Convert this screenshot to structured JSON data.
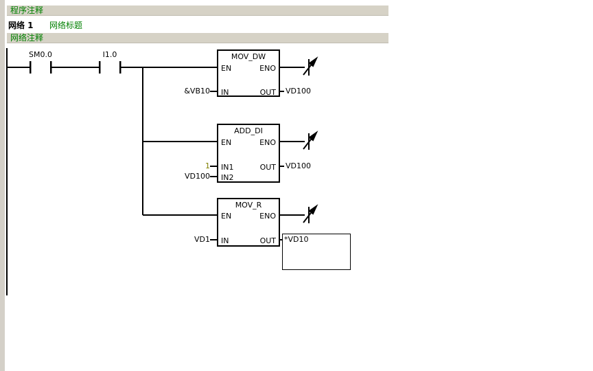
{
  "colors": {
    "comment_green": "#008000",
    "constant_olive": "#808000",
    "bar_background": "#d6d2c6"
  },
  "header": {
    "program_comment": "程序注释",
    "network_label": "网络 1",
    "network_title": "网络标题",
    "network_comment": "网络注释"
  },
  "ladder": {
    "contacts": [
      {
        "label": "SM0.0"
      },
      {
        "label": "I1.0"
      }
    ],
    "blocks": [
      {
        "title": "MOV_DW",
        "en": "EN",
        "eno": "ENO",
        "in_label": "IN",
        "out_label": "OUT",
        "in_operand": "&VB10",
        "out_operand": "VD100"
      },
      {
        "title": "ADD_DI",
        "en": "EN",
        "eno": "ENO",
        "in1_label": "IN1",
        "in2_label": "IN2",
        "out_label": "OUT",
        "in1_operand": "1",
        "in2_operand": "VD100",
        "out_operand": "VD100"
      },
      {
        "title": "MOV_R",
        "en": "EN",
        "eno": "ENO",
        "in_label": "IN",
        "out_label": "OUT",
        "in_operand": "VD1",
        "out_operand": "*VD10"
      }
    ]
  }
}
